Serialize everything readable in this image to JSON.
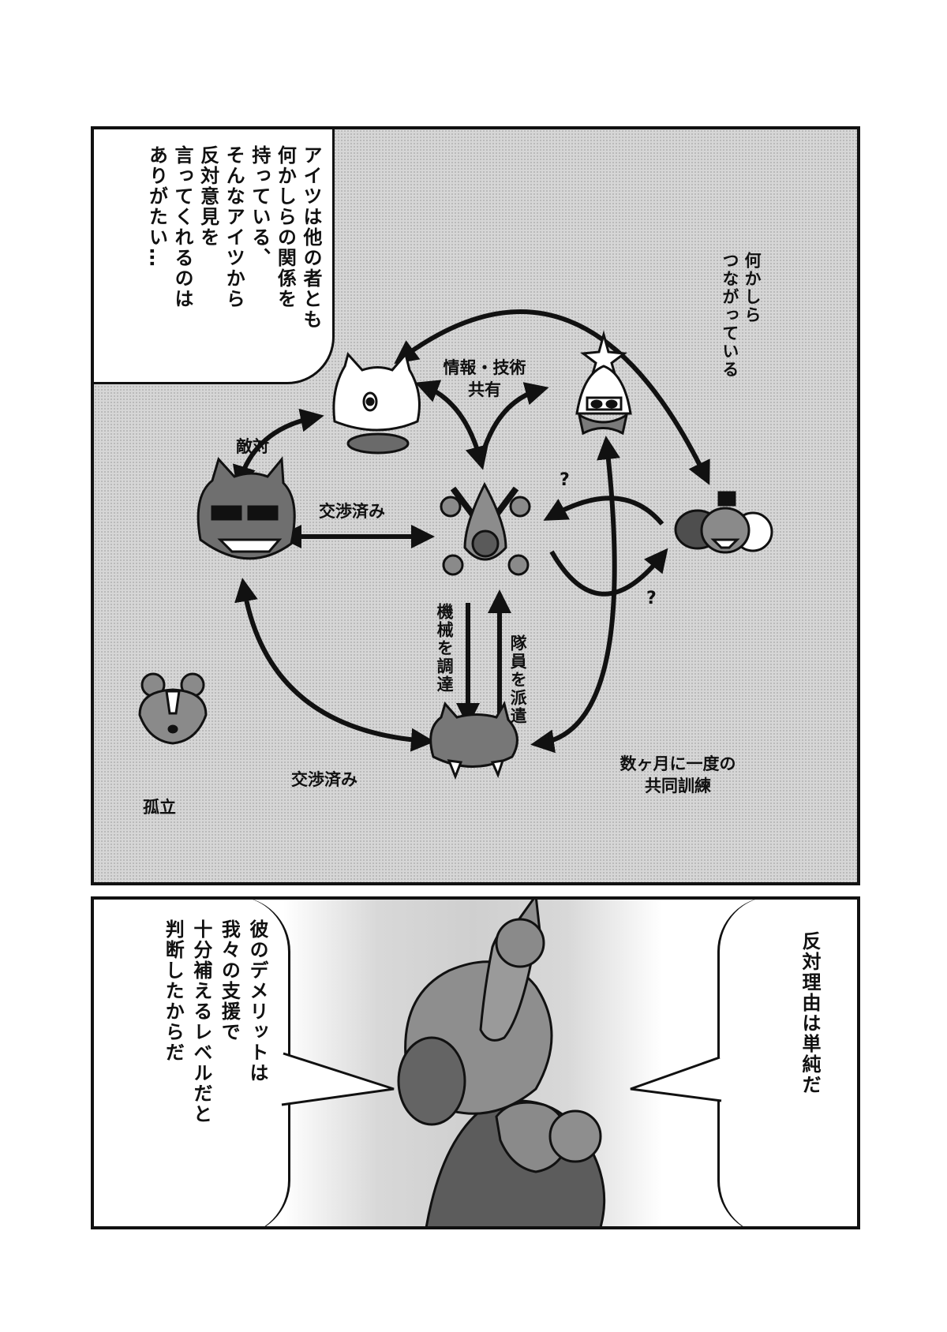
{
  "panel1": {
    "speech_bubble": {
      "columns": [
        "アイツは他の者とも",
        "何かしらの関係を",
        "持っている、",
        "そんなアイツから",
        "反対意見を",
        "言ってくれるのは",
        "ありがたい…"
      ]
    },
    "labels": {
      "tekitai": "敵対",
      "joho_line1": "情報・技術",
      "joho_line2": "共有",
      "nanika_col1": "何かしら",
      "nanika_col2": "つながっている",
      "koushou_top": "交渉済み",
      "koushou_bottom": "交渉済み",
      "kikai": "機械を調達",
      "taiin": "隊員を派遣",
      "kunren_line1": "数ヶ月に一度の",
      "kunren_line2": "共同訓練",
      "question_1": "?",
      "question_2": "?",
      "koritsu": "孤立"
    }
  },
  "panel2": {
    "bubble_left": {
      "columns": [
        "彼のデメリットは",
        "我々の支援で",
        "十分補えるレベルだと",
        "判断したからだ"
      ]
    },
    "bubble_right": {
      "columns": [
        "反対理由は単純だ"
      ]
    }
  }
}
